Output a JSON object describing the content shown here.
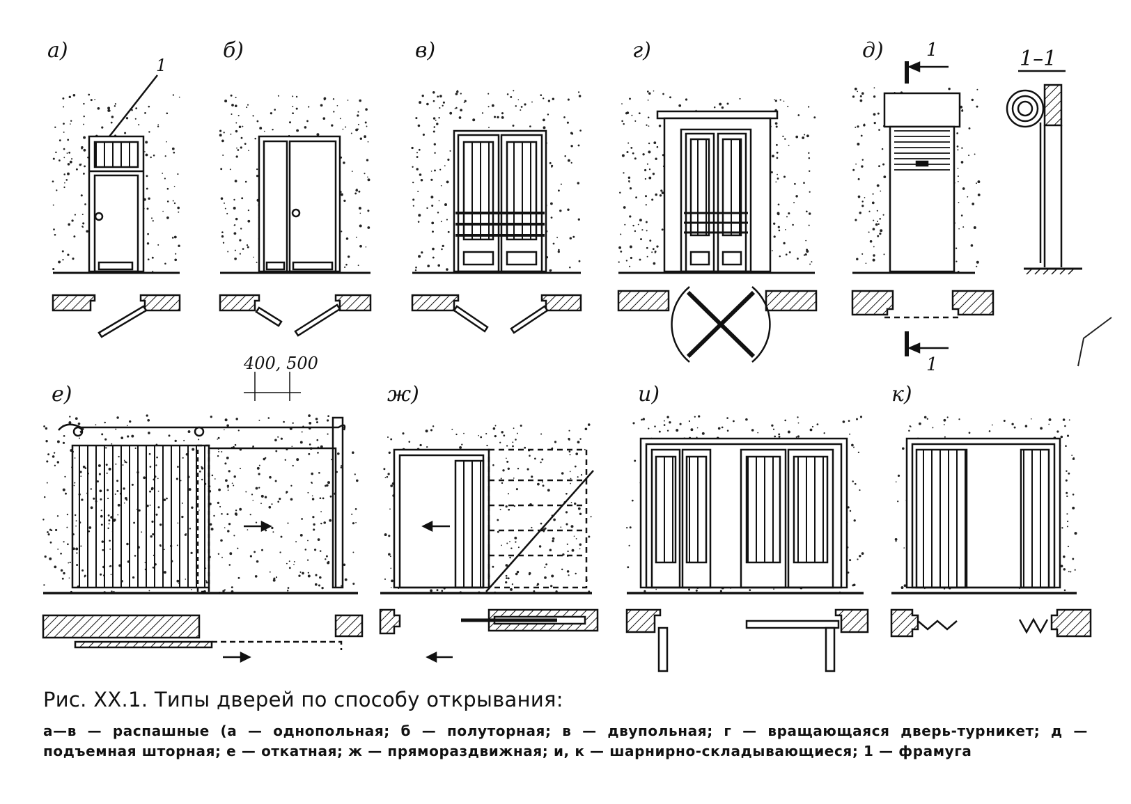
{
  "panels": {
    "a": {
      "letter": "а)",
      "callout": "1"
    },
    "b": {
      "letter": "б)"
    },
    "v": {
      "letter": "в)"
    },
    "g": {
      "letter": "г)"
    },
    "d": {
      "letter": "д)",
      "section_mark": "1"
    },
    "section": {
      "label": "1–1"
    },
    "e": {
      "letter": "е)",
      "dimension": "400, 500"
    },
    "zh": {
      "letter": "ж)"
    },
    "i": {
      "letter": "и)"
    },
    "k": {
      "letter": "к)"
    }
  },
  "caption": {
    "title": "Рис. XX.1. Типы дверей по способу открывания:",
    "body": "а—в — распашные (а — однопольная; б — полуторная; в — двупольная; г — вращающаяся дверь-турникет; д — подъемная шторная; е — откатная; ж — прямораздвижная; и, к — шарнирно-складывающиеся; 1 — фрамуга"
  }
}
